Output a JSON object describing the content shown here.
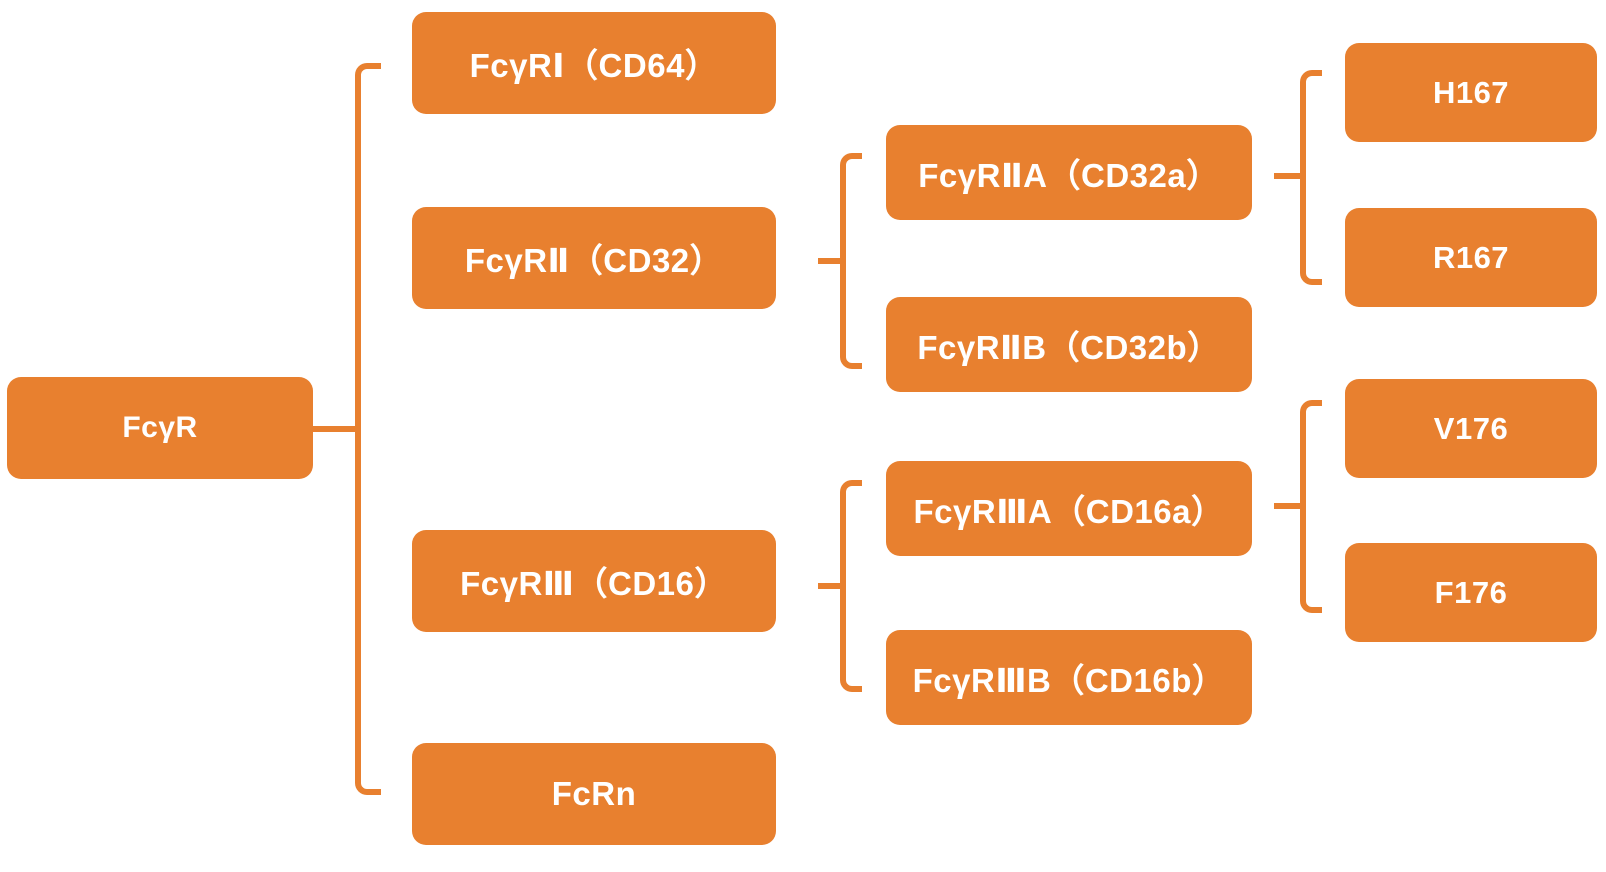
{
  "diagram": {
    "title": "Fc gamma receptor family classification tree",
    "accent_color": "#E8802F",
    "text_color": "#FFFFFF",
    "background_color": "#FFFFFF"
  },
  "nodes": {
    "root": {
      "label": "FcγR"
    },
    "level2": [
      {
        "label": "FcγRⅠ（CD64）"
      },
      {
        "label": "FcγRⅡ（CD32）"
      },
      {
        "label": "FcγRⅢ（CD16）"
      },
      {
        "label": "FcRn"
      }
    ],
    "level3_cd32": [
      {
        "label": "FcγRⅡA（CD32a）"
      },
      {
        "label": "FcγRⅡB（CD32b）"
      }
    ],
    "level3_cd16": [
      {
        "label": "FcγRⅢA（CD16a）"
      },
      {
        "label": "FcγRⅢB（CD16b）"
      }
    ],
    "level4_cd32a": [
      {
        "label": "H167"
      },
      {
        "label": "R167"
      }
    ],
    "level4_cd16a": [
      {
        "label": "V176"
      },
      {
        "label": "F176"
      }
    ]
  }
}
